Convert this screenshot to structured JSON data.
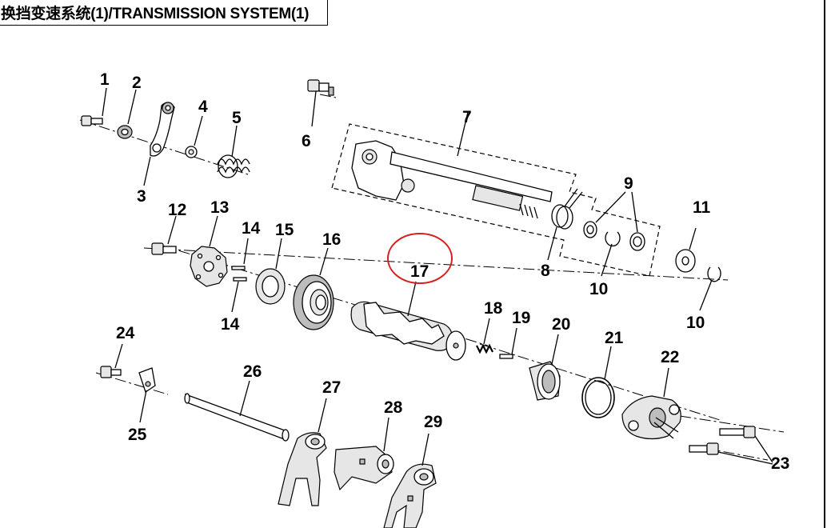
{
  "title": "换挡变速系统(1)/TRANSMISSION SYSTEM(1)",
  "highlighted_part": "17",
  "highlight_color": "#d62020",
  "labels": {
    "p1": "1",
    "p2": "2",
    "p3": "3",
    "p4": "4",
    "p5": "5",
    "p6": "6",
    "p7": "7",
    "p8": "8",
    "p9": "9",
    "p10a": "10",
    "p10b": "10",
    "p11": "11",
    "p12": "12",
    "p13": "13",
    "p14a": "14",
    "p14b": "14",
    "p15": "15",
    "p16": "16",
    "p17": "17",
    "p18": "18",
    "p19": "19",
    "p20": "20",
    "p21": "21",
    "p22": "22",
    "p23": "23",
    "p24": "24",
    "p25": "25",
    "p26": "26",
    "p27": "27",
    "p28": "28",
    "p29": "29"
  }
}
